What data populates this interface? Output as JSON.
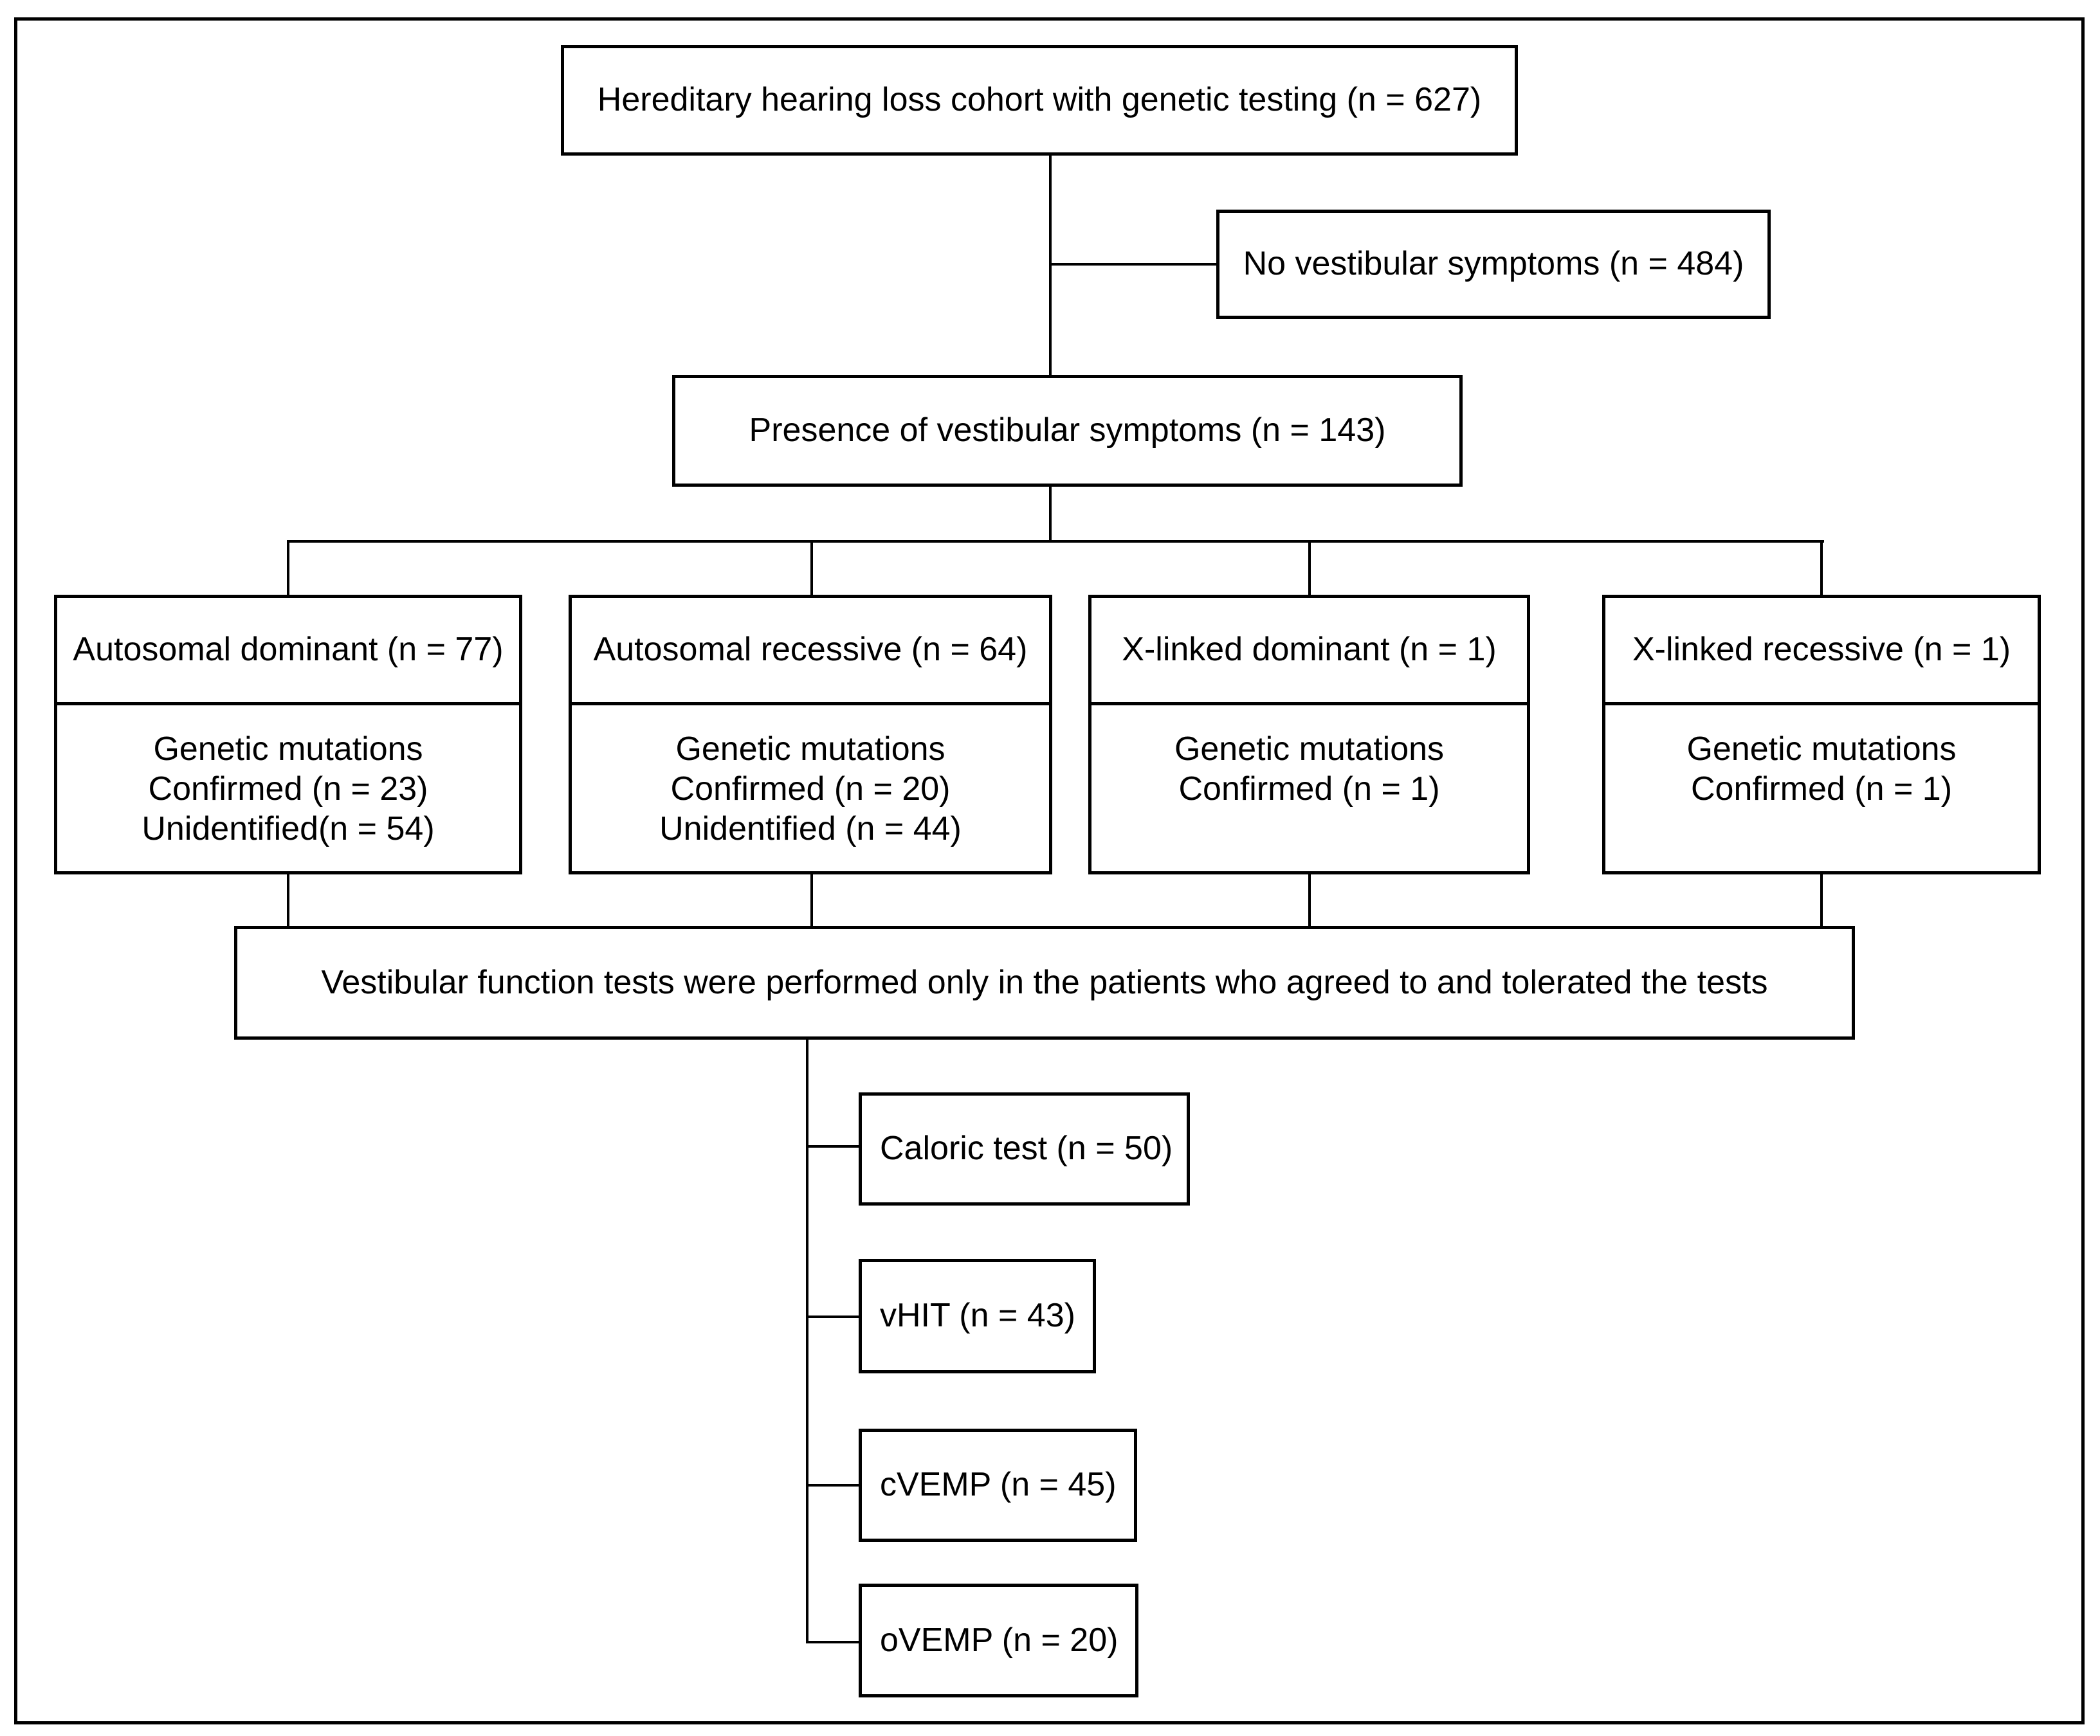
{
  "figure": {
    "type": "flowchart",
    "background_color": "#ffffff",
    "line_color": "#000000",
    "text_color": "#000000"
  },
  "nodes": {
    "cohort": {
      "label": "Hereditary hearing loss cohort with genetic testing (n = 627)"
    },
    "no_vestibular": {
      "label": "No vestibular symptoms (n = 484)"
    },
    "presence": {
      "label": "Presence of vestibular symptoms (n = 143)"
    },
    "columns": [
      {
        "title": "Autosomal dominant (n = 77)",
        "lines": [
          "Genetic mutations",
          "Confirmed (n = 23)",
          "Unidentified(n = 54)"
        ]
      },
      {
        "title": "Autosomal recessive (n = 64)",
        "lines": [
          "Genetic mutations",
          "Confirmed (n = 20)",
          "Unidentified (n = 44)"
        ]
      },
      {
        "title": "X-linked dominant (n = 1)",
        "lines": [
          "Genetic mutations",
          "Confirmed (n = 1)"
        ]
      },
      {
        "title": "X-linked recessive (n = 1)",
        "lines": [
          "Genetic mutations",
          "Confirmed (n = 1)"
        ]
      }
    ],
    "note": {
      "label": "Vestibular function tests were performed only in the patients who agreed to and tolerated the tests"
    },
    "tests": [
      {
        "label": "Caloric test (n = 50)"
      },
      {
        "label": "vHIT (n = 43)"
      },
      {
        "label": "cVEMP (n = 45)"
      },
      {
        "label": "oVEMP (n = 20)"
      }
    ]
  }
}
